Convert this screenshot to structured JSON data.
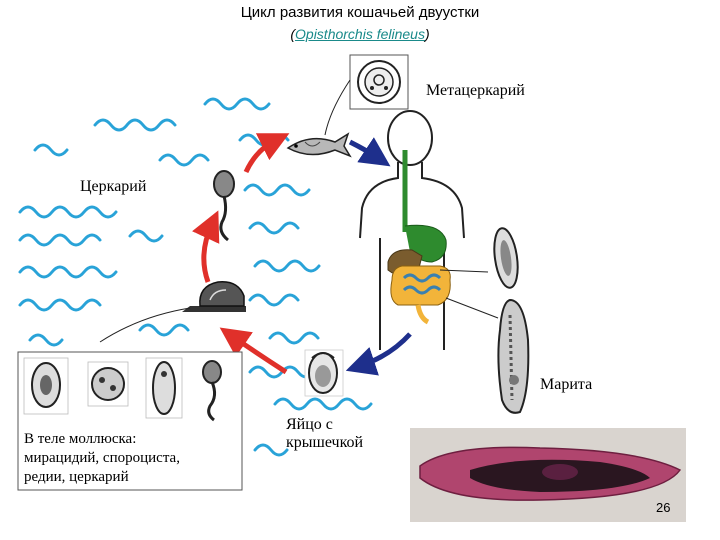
{
  "title": "Цикл развития кошачьей двуустки",
  "subtitle_open": "(",
  "subtitle_latin": "Opisthorchis felineus",
  "subtitle_close": ")",
  "labels": {
    "metacercaria": "Метацеркарий",
    "cercaria": "Церкарий",
    "marita": "Марита",
    "egg_line1": "Яйцо с",
    "egg_line2": "крышечкой"
  },
  "mollusk_box": {
    "line1": "В теле моллюска:",
    "line2": "мирацидий, спороциста,",
    "line3": "редии, церкарий"
  },
  "page_number": "26",
  "colors": {
    "arrow_red": "#e0302a",
    "arrow_blue": "#1e2f8c",
    "water": "#29a3d8",
    "gut_green": "#2e8b2e",
    "liver": "#7a5c2e",
    "intestine": "#f2b43a",
    "fluke_stain": "#b0456e"
  }
}
